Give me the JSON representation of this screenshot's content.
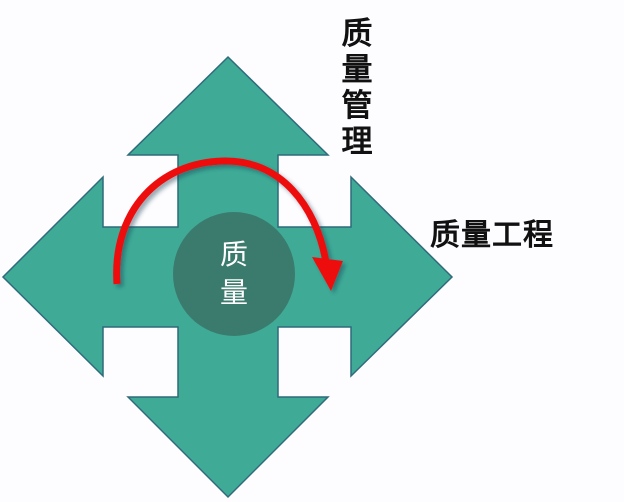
{
  "diagram": {
    "center": {
      "label_chars": [
        "质",
        "量"
      ],
      "label": "质量"
    },
    "labels": {
      "quality_management": {
        "text": "质量管理",
        "chars": [
          "质",
          "量",
          "管",
          "理"
        ],
        "orientation": "vertical"
      },
      "quality_engineering": {
        "text": "质量工程",
        "orientation": "horizontal"
      }
    },
    "arrows": [
      "up",
      "down",
      "left",
      "right"
    ],
    "rotation_arrow": {
      "direction": "clockwise",
      "from": "left",
      "to": "right"
    },
    "colors": {
      "background": "#fdfcfe",
      "arrow_fill": "#3fab97",
      "arrow_outline": "#2f6b7c",
      "center_circle": "#3b7b6e",
      "rotation_arrow": "#ee1010",
      "label_text": "#111111",
      "center_text": "#ffffff"
    }
  }
}
